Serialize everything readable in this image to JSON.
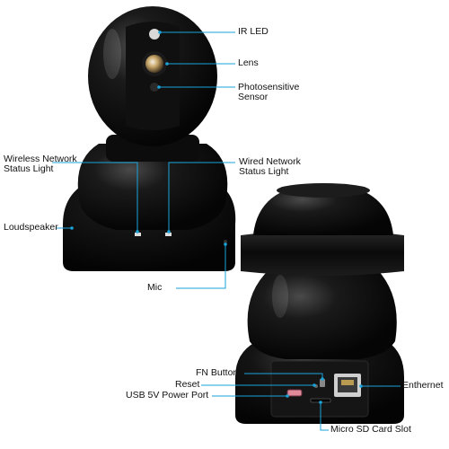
{
  "labels": {
    "ir_led": "IR LED",
    "lens": "Lens",
    "photosensitive": [
      "Photosensitive",
      "Sensor"
    ],
    "wireless": [
      "Wireless Network",
      "Status Light"
    ],
    "wired": [
      "Wired Network",
      "Status Light"
    ],
    "loudspeaker": "Loudspeaker",
    "mic": "Mic",
    "fn_button": "FN Button",
    "reset": "Reset",
    "usb_power": "USB 5V Power Port",
    "ethernet": "Enthernet",
    "micro_sd": "Micro SD Card Slot"
  },
  "colors": {
    "leader": "#1aa3d9",
    "camera_body": "#0b0b0b",
    "background": "#ffffff"
  }
}
